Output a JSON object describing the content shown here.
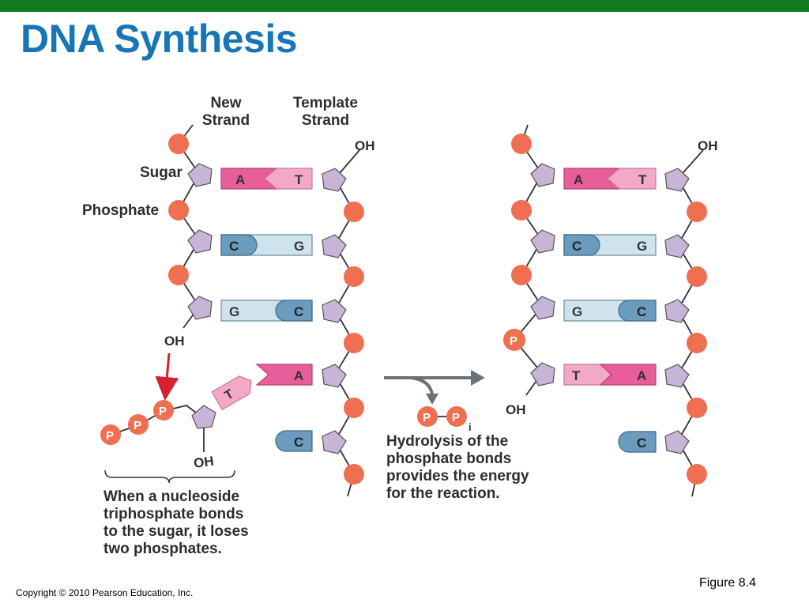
{
  "slide": {
    "title": "DNA Synthesis",
    "figure_label": "Figure 8.4",
    "copyright": "Copyright © 2010 Pearson Education, Inc."
  },
  "labels": {
    "new_strand": "New\nStrand",
    "template_strand": "Template\nStrand",
    "sugar": "Sugar",
    "phosphate": "Phosphate",
    "oh": "OH",
    "phosphate_symbol": "P",
    "pi_subscript": "i",
    "caption_left": "When a nucleoside\ntriphosphate bonds\nto the sugar, it loses\ntwo phosphates.",
    "caption_right": "Hydrolysis of the\nphosphate bonds\nprovides the energy\nfor the reaction."
  },
  "bases": {
    "A": "A",
    "T": "T",
    "G": "G",
    "C": "C"
  },
  "colors": {
    "topbar": "#0f7a1e",
    "title": "#1775b8",
    "phosphate": "#ef6f50",
    "sugar": "#c7b5d8",
    "adenine": "#e85e9a",
    "thymine": "#f3a8c8",
    "guanine": "#cfe3ec",
    "cytosine": "#6b9bbd",
    "arrow_red": "#d8202e",
    "arrow_gray": "#6c7278"
  }
}
